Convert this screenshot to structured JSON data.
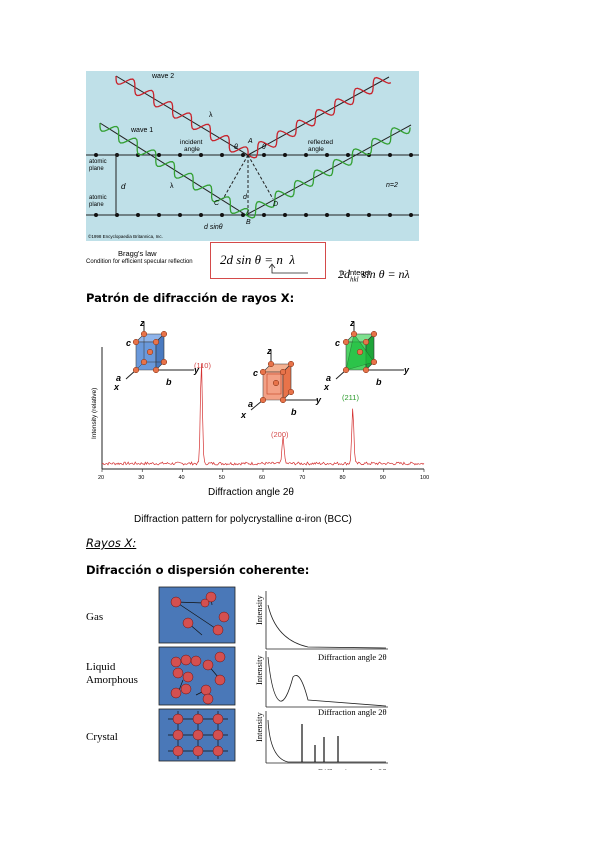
{
  "bragg": {
    "wave2": "wave 2",
    "wave1": "wave 1",
    "lambda": "λ",
    "incident_angle": "incident\nangle",
    "reflected_angle": "reflected\nangle",
    "atomic_plane": "atomic\nplane",
    "point_A": "A",
    "point_B": "B",
    "point_C": "C",
    "point_D": "D",
    "d": "d",
    "theta": "θ",
    "d_sin_theta": "d sinθ",
    "n2": "n=2",
    "credit": "©1998 Encyclopaedia Britannica, Inc.",
    "law_title": "Bragg's law",
    "law_subtitle": "Condition for efficient specular reflection",
    "equation": "2d sin θ = n  λ",
    "equation2": "2d",
    "equation2_sub": "hkl",
    "equation2_rest": " sin θ = nλ",
    "integer_note": "n: integer"
  },
  "heading_pattern": "Patrón de difracción de rayos X:",
  "xrd": {
    "ylabel": "Intensity (relative)",
    "xlabel": "Diffraction angle 2θ",
    "caption": "Diffraction pattern for polycrystalline  α-iron (BCC)",
    "xticks": [
      "20",
      "30",
      "40",
      "50",
      "60",
      "70",
      "80",
      "90",
      "100"
    ],
    "axes": {
      "z": "z",
      "y": "y",
      "x": "x",
      "a": "a",
      "b": "b",
      "c": "c"
    },
    "peak_labels": [
      "(110)",
      "(200)",
      "(211)"
    ],
    "colors": {
      "peak110": "#d44a4a",
      "peak200": "#d44a4a",
      "peak211": "#2a9a2a",
      "noise": "#d43030",
      "cube_blue": "#5a8fd8",
      "cube_red": "#e8734a",
      "cube_green": "#1fbf3f"
    }
  },
  "heading_rayos": "Rayos X:",
  "heading_difraccion": "Difracción o dispersión coherente:",
  "states": {
    "labels": [
      "Gas",
      "Liquid\nAmorphous",
      "Crystal"
    ],
    "intensity": "Intensity",
    "xlabel": "Diffraction angle 2θ"
  },
  "chart_data": {
    "type": "line",
    "title": "Diffraction pattern for polycrystalline  α-iron (BCC)",
    "xlabel": "Diffraction angle 2θ",
    "ylabel": "Intensity (relative)",
    "xlim": [
      20,
      100
    ],
    "peaks": [
      {
        "label": "(110)",
        "x": 44.7,
        "y": 1.0
      },
      {
        "label": "(200)",
        "x": 65.0,
        "y": 0.27
      },
      {
        "label": "(211)",
        "x": 82.3,
        "y": 0.55
      }
    ]
  }
}
